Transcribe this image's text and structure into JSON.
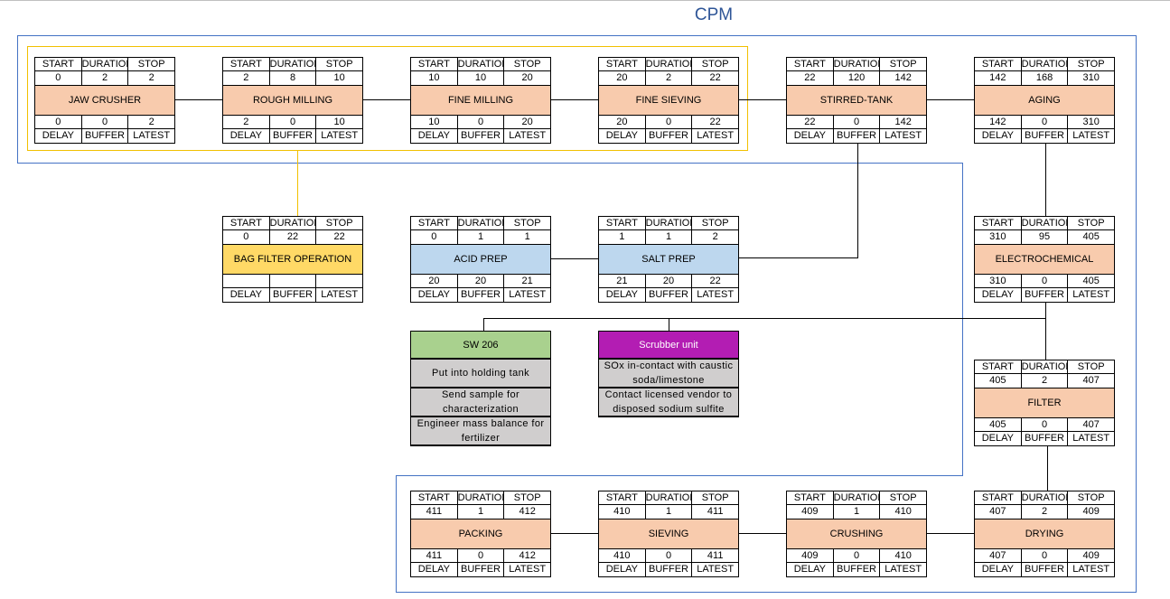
{
  "title": "CPM",
  "colors": {
    "process": "#f8cbad",
    "bag_filter": "#ffd966",
    "prep": "#bdd7ee",
    "sw": "#a9d18e",
    "scrubber": "#b31db3",
    "note": "#d0cece",
    "yellow_frame": "#f2c000",
    "blue_frame": "#4472c4"
  },
  "header_labels": [
    "START",
    "DURATION",
    "STOP"
  ],
  "footer_labels": [
    "DELAY",
    "BUFFER",
    "LATEST"
  ],
  "nodes": [
    {
      "id": "jaw-crusher",
      "label": "JAW CRUSHER",
      "start": "0",
      "duration": "2",
      "stop": "2",
      "delay": "0",
      "buffer": "0",
      "latest": "2"
    },
    {
      "id": "rough-milling",
      "label": "ROUGH MILLING",
      "start": "2",
      "duration": "8",
      "stop": "10",
      "delay": "2",
      "buffer": "0",
      "latest": "10"
    },
    {
      "id": "fine-milling",
      "label": "FINE MILLING",
      "start": "10",
      "duration": "10",
      "stop": "20",
      "delay": "10",
      "buffer": "0",
      "latest": "20"
    },
    {
      "id": "fine-sieving",
      "label": "FINE SIEVING",
      "start": "20",
      "duration": "2",
      "stop": "22",
      "delay": "20",
      "buffer": "0",
      "latest": "22"
    },
    {
      "id": "stirred-tank",
      "label": "STIRRED-TANK",
      "start": "22",
      "duration": "120",
      "stop": "142",
      "delay": "22",
      "buffer": "0",
      "latest": "142"
    },
    {
      "id": "aging",
      "label": "AGING",
      "start": "142",
      "duration": "168",
      "stop": "310",
      "delay": "142",
      "buffer": "0",
      "latest": "310"
    },
    {
      "id": "bag-filter",
      "label": "BAG FILTER OPERATION",
      "start": "0",
      "duration": "22",
      "stop": "22",
      "delay": "",
      "buffer": "",
      "latest": ""
    },
    {
      "id": "acid-prep",
      "label": "ACID PREP",
      "start": "0",
      "duration": "1",
      "stop": "1",
      "delay": "20",
      "buffer": "20",
      "latest": "21"
    },
    {
      "id": "salt-prep",
      "label": "SALT PREP",
      "start": "1",
      "duration": "1",
      "stop": "2",
      "delay": "21",
      "buffer": "20",
      "latest": "22"
    },
    {
      "id": "electrochemical",
      "label": "ELECTROCHEMICAL",
      "start": "310",
      "duration": "95",
      "stop": "405",
      "delay": "310",
      "buffer": "0",
      "latest": "405"
    },
    {
      "id": "filter",
      "label": "FILTER",
      "start": "405",
      "duration": "2",
      "stop": "407",
      "delay": "405",
      "buffer": "0",
      "latest": "407"
    },
    {
      "id": "packing",
      "label": "PACKING",
      "start": "411",
      "duration": "1",
      "stop": "412",
      "delay": "411",
      "buffer": "0",
      "latest": "412"
    },
    {
      "id": "sieving",
      "label": "SIEVING",
      "start": "410",
      "duration": "1",
      "stop": "411",
      "delay": "410",
      "buffer": "0",
      "latest": "411"
    },
    {
      "id": "crushing",
      "label": "CRUSHING",
      "start": "409",
      "duration": "1",
      "stop": "410",
      "delay": "409",
      "buffer": "0",
      "latest": "410"
    },
    {
      "id": "drying",
      "label": "DRYING",
      "start": "407",
      "duration": "2",
      "stop": "409",
      "delay": "407",
      "buffer": "0",
      "latest": "409"
    }
  ],
  "sw206": {
    "label": "SW 206",
    "steps": [
      "Put into holding tank",
      "Send sample for characterization",
      "Engineer mass balance for fertilizer"
    ]
  },
  "scrubber": {
    "label": "Scrubber unit",
    "steps": [
      "SOx in-contact with caustic soda/limestone",
      "Contact licensed vendor to disposed  sodium sulfite"
    ]
  }
}
